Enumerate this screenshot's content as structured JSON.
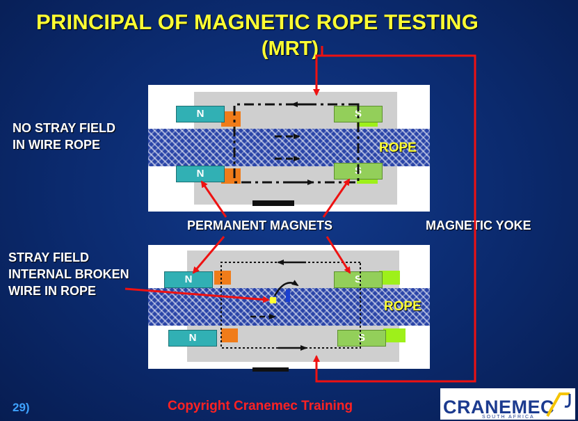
{
  "title": {
    "line1": "PRINCIPAL OF MAGNETIC ROPE TESTING",
    "line2": "(MRT)"
  },
  "labels": {
    "no_stray_field": "NO STRAY FIELD\nIN WIRE ROPE",
    "stray_field": "STRAY FIELD\nINTERNAL BROKEN\nWIRE IN ROPE",
    "permanent_magnets": "PERMANENT MAGNETS",
    "magnetic_yoke": "MAGNETIC YOKE",
    "rope": "ROPE"
  },
  "magnets": {
    "north": "N",
    "south": "S"
  },
  "footer": {
    "page_number": "29)",
    "copyright": "Copyright  Cranemec Training"
  },
  "logo": {
    "text": "CRANEMEC",
    "subtitle": "SOUTH AFRICA"
  },
  "colors": {
    "background": "#0b2a6e",
    "title": "#ffff33",
    "arrow": "#ee1111",
    "north_magnet": "#31b0b4",
    "south_magnet": "#93cf5a",
    "copyright": "#ff2222"
  }
}
